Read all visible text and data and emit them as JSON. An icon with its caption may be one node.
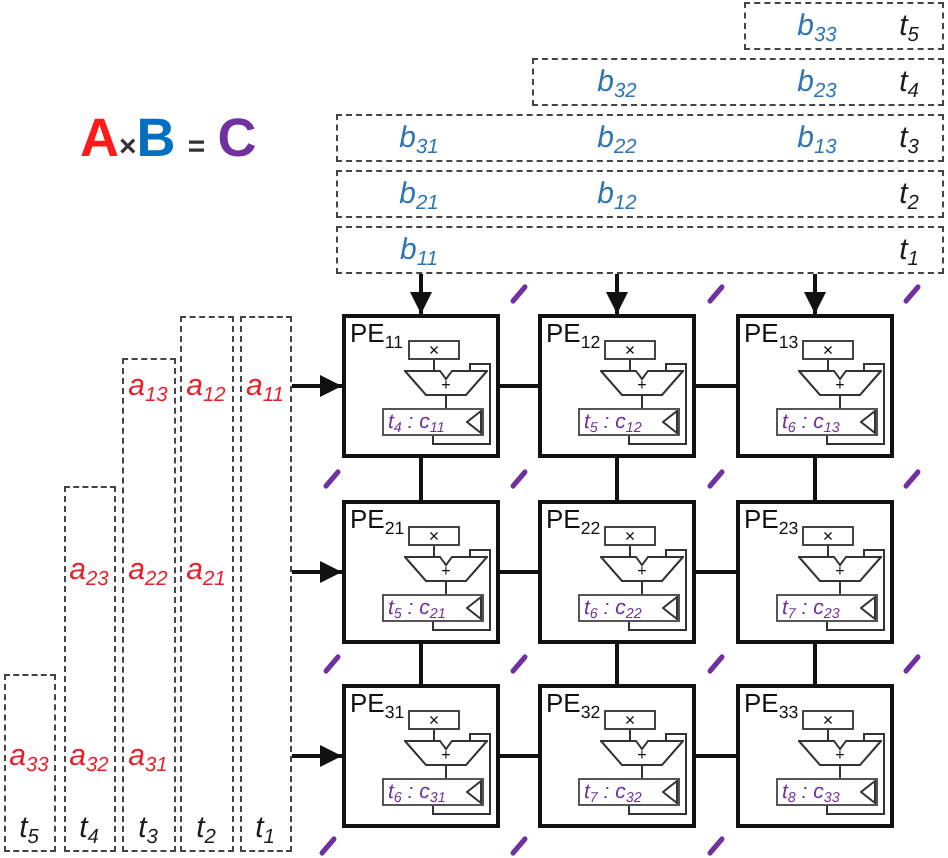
{
  "diagram": {
    "title": "A×B = C",
    "nodes": [
      {
        "text": [
          "b$_{33}$",
          "t$_{5}$"
        ]
      },
      {
        "text": [
          "b$_{32}$",
          "b$_{23}$",
          "t$_{4}$"
        ]
      },
      {
        "text": [
          "b$_{31}$",
          "b$_{22}$",
          "b$_{13}$",
          "t$_{3}$"
        ]
      },
      {
        "text": [
          "b$_{21}$",
          "b$_{12}$",
          "t$_{2}$"
        ]
      },
      {
        "text": [
          "b$_{11}$",
          "t$_{1}$"
        ]
      },
      {
        "text": [
          "a$_{33}$",
          "t$_{5}$"
        ]
      },
      {
        "text": [
          "a$_{23}$",
          "a$_{32}$",
          "t$_{4}$"
        ]
      },
      {
        "text": [
          "a$_{13}$",
          "a$_{22}$",
          "a$_{31}$",
          "t$_{3}$"
        ]
      },
      {
        "text": [
          "a$_{12}$",
          "a$_{21}$",
          "t$_{2}$"
        ]
      },
      {
        "text": [
          "a$_{11}$",
          "t$_{1}$"
        ]
      },
      {
        "text": [
          "PE$_{11}$"
        ]
      },
      {
        "text": [
          "×"
        ],
        "in": 10
      },
      {
        "text": [
          "+"
        ],
        "in": 10
      },
      {
        "text": [
          "t$_{4}$ : c$_{11}$"
        ],
        "in": 10
      },
      {
        "text": [
          "PE$_{12}$"
        ]
      },
      {
        "text": [
          "×"
        ],
        "in": 14
      },
      {
        "text": [
          "+"
        ],
        "in": 14
      },
      {
        "text": [
          "t$_{5}$ : c$_{12}$"
        ],
        "in": 14
      },
      {
        "text": [
          "PE$_{13}$"
        ]
      },
      {
        "text": [
          "×"
        ],
        "in": 18
      },
      {
        "text": [
          "+"
        ],
        "in": 18
      },
      {
        "text": [
          "t$_{6}$ : c$_{13}$"
        ],
        "in": 18
      },
      {
        "text": [
          "PE$_{21}$"
        ]
      },
      {
        "text": [
          "×"
        ],
        "in": 22
      },
      {
        "text": [
          "+"
        ],
        "in": 22
      },
      {
        "text": [
          "t$_{5}$ : c$_{21}$"
        ],
        "in": 22
      },
      {
        "text": [
          "PE$_{22}$"
        ]
      },
      {
        "text": [
          "×"
        ],
        "in": 26
      },
      {
        "text": [
          "+"
        ],
        "in": 26
      },
      {
        "text": [
          "t$_{6}$ : c$_{22}$"
        ],
        "in": 26
      },
      {
        "text": [
          "PE$_{23}$"
        ]
      },
      {
        "text": [
          "×"
        ],
        "in": 30
      },
      {
        "text": [
          "+"
        ],
        "in": 30
      },
      {
        "text": [
          "t$_{7}$ : c$_{23}$"
        ],
        "in": 30
      },
      {
        "text": [
          "PE$_{31}$"
        ]
      },
      {
        "text": [
          "×"
        ],
        "in": 34
      },
      {
        "text": [
          "+"
        ],
        "in": 34
      },
      {
        "text": [
          "t$_{6}$ : c$_{31}$"
        ],
        "in": 34
      },
      {
        "text": [
          "PE$_{32}$"
        ]
      },
      {
        "text": [
          "×"
        ],
        "in": 38
      },
      {
        "text": [
          "+"
        ],
        "in": 38
      },
      {
        "text": [
          "t$_{7}$ : c$_{32}$"
        ],
        "in": 38
      },
      {
        "text": [
          "PE$_{33}$"
        ]
      },
      {
        "text": [
          "×"
        ],
        "in": 42
      },
      {
        "text": [
          "+"
        ],
        "in": 42
      },
      {
        "text": [
          "t$_{8}$ : c$_{33}$"
        ],
        "in": 42
      }
    ],
    "edges": [
      {
        "from": 4,
        "to": 10,
        "arrow": "to"
      },
      {
        "from": 4,
        "to": 14,
        "arrow": "to"
      },
      {
        "from": 4,
        "to": 18,
        "arrow": "to"
      },
      {
        "from": 9,
        "to": 10,
        "arrow": "to"
      },
      {
        "from": 9,
        "to": 22,
        "arrow": "to"
      },
      {
        "from": 9,
        "to": 34,
        "arrow": "to"
      },
      {
        "from": 10,
        "to": 14,
        "arrow": "none"
      },
      {
        "from": 14,
        "to": 18,
        "arrow": "none"
      },
      {
        "from": 22,
        "to": 26,
        "arrow": "none"
      },
      {
        "from": 26,
        "to": 30,
        "arrow": "none"
      },
      {
        "from": 34,
        "to": 38,
        "arrow": "none"
      },
      {
        "from": 38,
        "to": 42,
        "arrow": "none"
      },
      {
        "from": 10,
        "to": 22,
        "arrow": "none"
      },
      {
        "from": 22,
        "to": 34,
        "arrow": "none"
      },
      {
        "from": 14,
        "to": 26,
        "arrow": "none"
      },
      {
        "from": 26,
        "to": 38,
        "arrow": "none"
      },
      {
        "from": 18,
        "to": 30,
        "arrow": "none"
      },
      {
        "from": 30,
        "to": 42,
        "arrow": "none"
      },
      {
        "from": 11,
        "to": 12,
        "arrow": "none"
      },
      {
        "from": 12,
        "to": 13,
        "arrow": "none"
      },
      {
        "from": 13,
        "to": 12,
        "arrow": "none"
      },
      {
        "from": 15,
        "to": 16,
        "arrow": "none"
      },
      {
        "from": 16,
        "to": 17,
        "arrow": "none"
      },
      {
        "from": 17,
        "to": 16,
        "arrow": "none"
      },
      {
        "from": 19,
        "to": 20,
        "arrow": "none"
      },
      {
        "from": 20,
        "to": 21,
        "arrow": "none"
      },
      {
        "from": 21,
        "to": 20,
        "arrow": "none"
      },
      {
        "from": 23,
        "to": 24,
        "arrow": "none"
      },
      {
        "from": 24,
        "to": 25,
        "arrow": "none"
      },
      {
        "from": 25,
        "to": 24,
        "arrow": "none"
      },
      {
        "from": 27,
        "to": 28,
        "arrow": "none"
      },
      {
        "from": 28,
        "to": 29,
        "arrow": "none"
      },
      {
        "from": 29,
        "to": 28,
        "arrow": "none"
      },
      {
        "from": 31,
        "to": 32,
        "arrow": "none"
      },
      {
        "from": 32,
        "to": 33,
        "arrow": "none"
      },
      {
        "from": 33,
        "to": 32,
        "arrow": "none"
      },
      {
        "from": 35,
        "to": 36,
        "arrow": "none"
      },
      {
        "from": 36,
        "to": 37,
        "arrow": "none"
      },
      {
        "from": 37,
        "to": 36,
        "arrow": "none"
      },
      {
        "from": 39,
        "to": 40,
        "arrow": "none"
      },
      {
        "from": 40,
        "to": 41,
        "arrow": "none"
      },
      {
        "from": 41,
        "to": 40,
        "arrow": "none"
      },
      {
        "from": 43,
        "to": 44,
        "arrow": "none"
      },
      {
        "from": 44,
        "to": 45,
        "arrow": "none"
      },
      {
        "from": 45,
        "to": 44,
        "arrow": "none"
      }
    ]
  }
}
